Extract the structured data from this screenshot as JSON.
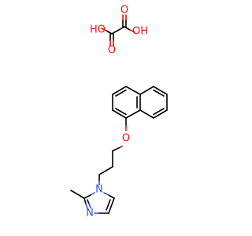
{
  "colors": {
    "bond": "#000000",
    "oxygen": "#ff0d0d",
    "nitrogen": "#3050f8",
    "background": "#ffffff"
  },
  "oxalic_acid": {
    "ho_left": "HO",
    "oh_right": "OH",
    "o_bottom_left": "O",
    "o_top_right": "O"
  },
  "ether": {
    "o": "O"
  },
  "imidazole": {
    "n1": "N",
    "n3": "N"
  }
}
